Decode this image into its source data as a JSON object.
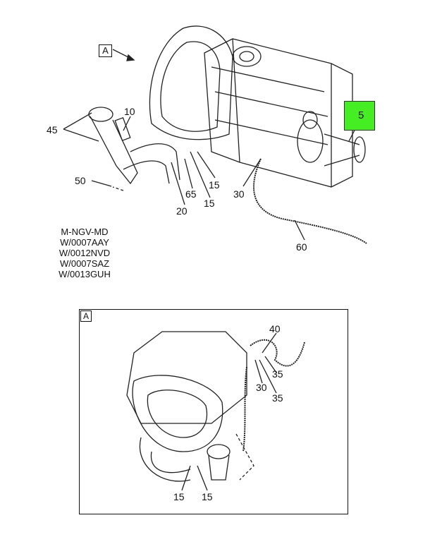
{
  "main_view": {
    "view_marker": "A",
    "callouts": [
      "45",
      "10",
      "50",
      "20",
      "65",
      "15",
      "15",
      "30",
      "60"
    ],
    "highlighted_callout": "5",
    "highlight_color": "#44ee22"
  },
  "models": [
    "M-NGV-MD",
    "W/0007AAY",
    "W/0012NVD",
    "W/0007SAZ",
    "W/0013GUH"
  ],
  "inset_view": {
    "view_marker": "A",
    "callouts": [
      "40",
      "35",
      "30",
      "35",
      "15",
      "15"
    ]
  }
}
